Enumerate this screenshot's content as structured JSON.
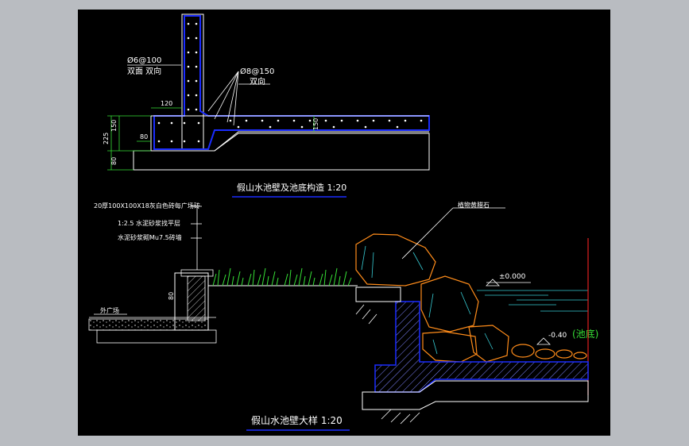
{
  "section_detail": {
    "title": "假山水池壁及池底构造 1:20",
    "rebar_wall": "Ø6@100",
    "rebar_wall_note": "双面 双向",
    "rebar_slab": "Ø8@150",
    "rebar_slab_note": "双向",
    "dims": {
      "d120": "120",
      "d150a": "150",
      "d225": "225",
      "d80a": "80",
      "d80b": "80",
      "d150b": "150"
    }
  },
  "pool_wall_detail": {
    "title": "假山水池壁大样 1:20",
    "notes": [
      "20厚100X100X18灰白色砖每广场砖",
      "1:2.5 水泥砂浆找平层",
      "水泥砂浆砌Mu7.5砖墙"
    ],
    "outside_paving": "外广场",
    "dim_80": "80",
    "rock_label": "植物黄腊石",
    "level_water": "±0.000",
    "level_bottom": "-0.40",
    "level_bottom_note": "(池底)"
  },
  "colors": {
    "background": "#000000",
    "frame": "#b9bcc1",
    "concrete": "#1a2cff",
    "rock": "#ff8c1a",
    "grass": "#36e036",
    "dimension": "#36e036",
    "text": "#ffffff"
  }
}
